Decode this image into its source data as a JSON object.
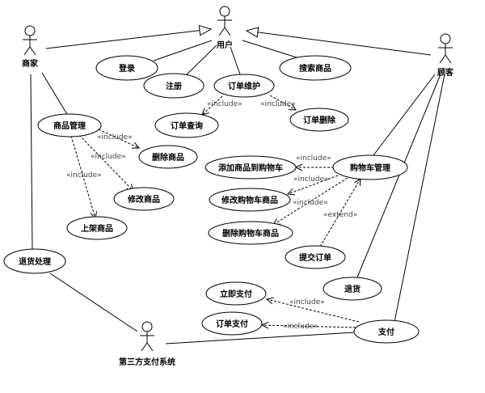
{
  "actors": {
    "merchant": "商家",
    "user": "用户",
    "customer": "顾客",
    "payment_system": "第三方支付系统"
  },
  "use_cases": {
    "login": "登录",
    "register": "注册",
    "order_maintain": "订单维护",
    "search_product": "搜索商品",
    "order_query": "订单查询",
    "order_delete": "订单删除",
    "product_manage": "商品管理",
    "delete_product": "删除商品",
    "modify_product": "修改商品",
    "list_product": "上架商品",
    "add_to_cart": "添加商品到购物车",
    "cart_manage": "购物车管理",
    "modify_cart_product": "修改购物车商品",
    "delete_cart_product": "删除购物车商品",
    "submit_order": "提交订单",
    "return_handle": "退货处理",
    "return_goods": "退货",
    "pay_now": "立即支付",
    "order_pay": "订单支付",
    "pay": "支付"
  },
  "stereotypes": {
    "include": "«include»",
    "extend": "«extend»"
  }
}
